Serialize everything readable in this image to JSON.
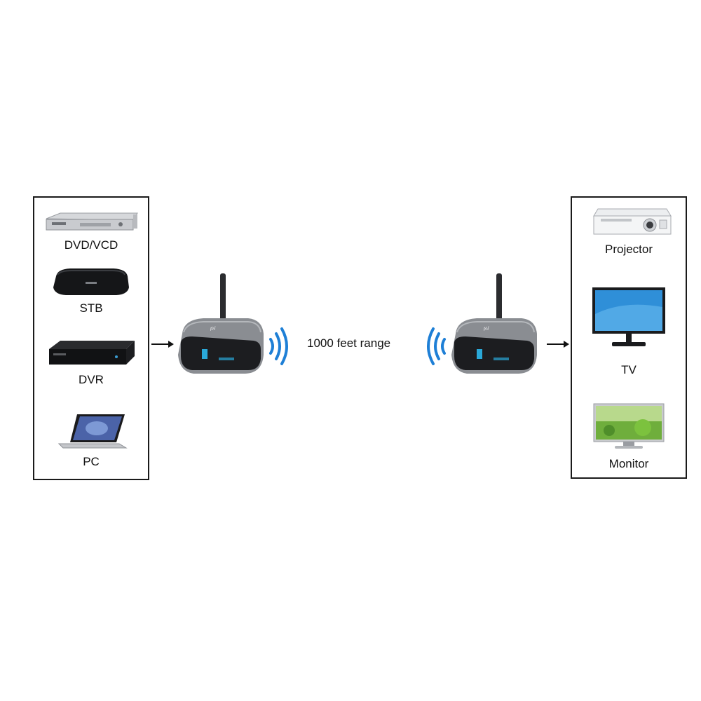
{
  "sources": {
    "items": [
      {
        "label": "DVD/VCD",
        "icon": "dvd-player-icon"
      },
      {
        "label": "STB",
        "icon": "set-top-box-icon"
      },
      {
        "label": "DVR",
        "icon": "dvr-icon"
      },
      {
        "label": "PC",
        "icon": "laptop-icon"
      }
    ]
  },
  "displays": {
    "items": [
      {
        "label": "Projector",
        "icon": "projector-icon"
      },
      {
        "label": "TV",
        "icon": "tv-icon"
      },
      {
        "label": "Monitor",
        "icon": "monitor-icon"
      }
    ]
  },
  "range_label": "1000 feet range",
  "colors": {
    "wave": "#1e7fd6",
    "border": "#1a1a1a",
    "unit_body": "#8a8d92",
    "unit_face": "#1c1d20",
    "led": "#2aa8d8"
  }
}
